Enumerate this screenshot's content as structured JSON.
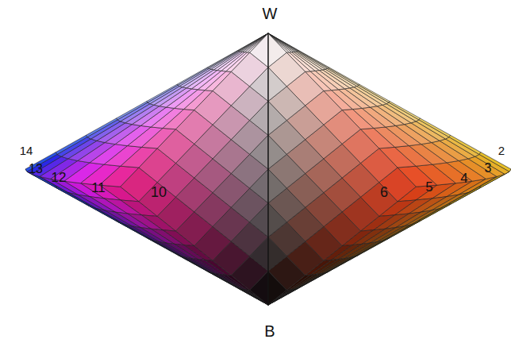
{
  "diagram": {
    "labels": [
      "W",
      "14",
      "13",
      "12",
      "11",
      "10",
      "6",
      "5",
      "4",
      "3",
      "2",
      "B"
    ]
  }
}
